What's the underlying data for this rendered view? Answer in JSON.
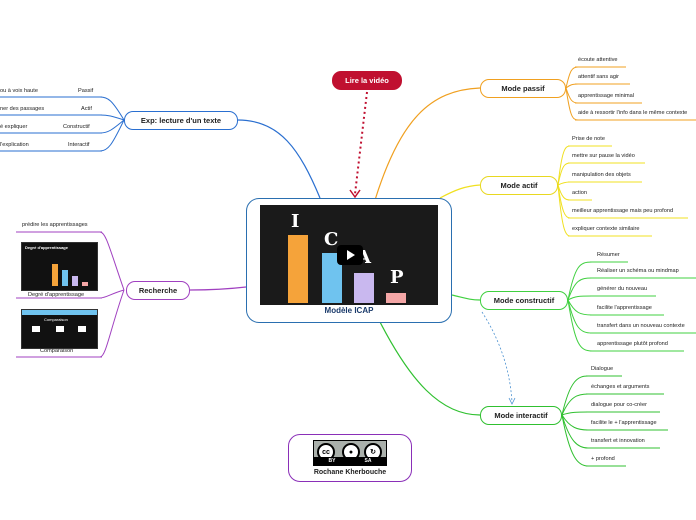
{
  "central": {
    "title": "Modèle ICAP",
    "letters": [
      "I",
      "C",
      "A",
      "P"
    ]
  },
  "video_link": {
    "label": "Lire la vidéo"
  },
  "modes": {
    "passif": {
      "label": "Mode passif",
      "items": [
        "écoute attentive",
        "attentif sans agir",
        "apprentissage minimal",
        "aide à ressortir l'info dans le même contexte"
      ]
    },
    "actif": {
      "label": "Mode actif",
      "items": [
        "Prise de note",
        "mettre sur pause la vidéo",
        "manipulation des objets",
        "action",
        "meilleur apprentissage mais peu profond",
        "expliquer contexte similaire"
      ]
    },
    "constructif": {
      "label": "Mode constructif",
      "items": [
        "Résumer",
        "Réaliser un schéma ou mindmap",
        "générer du nouveau",
        "facilite l'apprentissage",
        "transfert dans un nouveau contexte",
        "apprentissage plutôt profond"
      ]
    },
    "interactif": {
      "label": "Mode interactif",
      "items": [
        "Dialogue",
        "échanges et arguments",
        "dialogue pour co-créer",
        "facilite le + l'apprentissage",
        "transfert et innovation",
        "+ profond"
      ]
    }
  },
  "exp": {
    "label": "Exp: lecture d'un texte",
    "rows": [
      {
        "left": "ou à voix haute",
        "right": "Passif"
      },
      {
        "left": "ner des passages",
        "right": "Actif"
      },
      {
        "left": "é expliquer",
        "right": "Constructif"
      },
      {
        "left": "l'explication",
        "right": "Interactif"
      }
    ]
  },
  "recherche": {
    "label": "Recherche",
    "items": [
      "prédire les apprentissages",
      "Degré d'apprentissage",
      "Comparaison"
    ],
    "thumb1_title": "Degré d'apprentissage",
    "thumb2_title": "Comparaison"
  },
  "license": {
    "author": "Rochane Kherbouche",
    "cc_text": "cc",
    "by": "BY",
    "sa": "SA"
  },
  "colors": {
    "passif": "#f0a020",
    "actif": "#f0e020",
    "constructif": "#40d040",
    "interactif": "#30c030",
    "exp": "#2a6fd0",
    "recherche": "#a040c0",
    "video": "#c01030"
  }
}
